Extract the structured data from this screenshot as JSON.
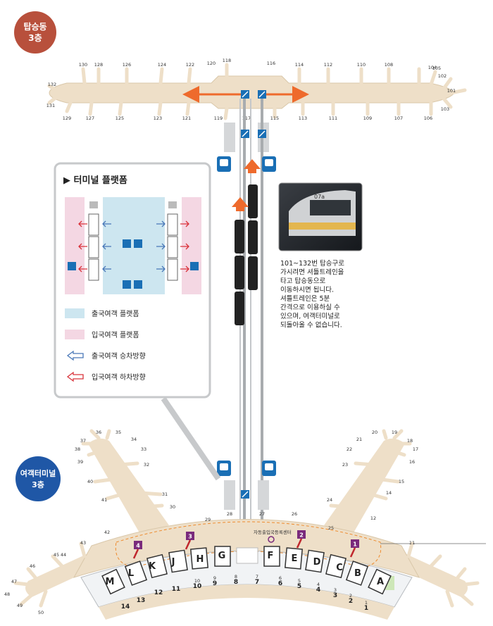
{
  "labels": {
    "concourse_floor": "탑승동\n3층",
    "terminal_floor": "여객터미널\n3층",
    "auto_checkin": "자동출입국등록센터"
  },
  "info_box": {
    "title": "▶ 터미널 플랫폼",
    "legend": [
      {
        "key": "departure_platform",
        "text": "출국여객 플랫폼",
        "color": "#cde6f0"
      },
      {
        "key": "arrival_platform",
        "text": "입국여객 플랫폼",
        "color": "#f4d7e3"
      },
      {
        "key": "departure_boarding",
        "text": "출국여객 승차방향",
        "color": "#4a78b8"
      },
      {
        "key": "arrival_alighting",
        "text": "입국여객 하차방향",
        "color": "#d9333b"
      }
    ]
  },
  "description": [
    "101~132번 탑승구로",
    "가시려면 셔틀트레인을",
    "타고 탑승동으로",
    "이동하시면 됩니다.",
    "셔틀트레인은 5분",
    "간격으로 이용하실 수",
    "있으며, 여객터미널로",
    "되돌아올 수 없습니다."
  ],
  "photo_label": "07a",
  "concourse_gates": [
    "101",
    "102",
    "103",
    "104",
    "105",
    "106",
    "107",
    "108",
    "109",
    "110",
    "111",
    "112",
    "113",
    "114",
    "115",
    "116",
    "117",
    "118",
    "119",
    "120",
    "121",
    "122",
    "123",
    "124",
    "125",
    "126",
    "127",
    "128",
    "129",
    "130",
    "131",
    "132"
  ],
  "terminal_gates": [
    "1",
    "2",
    "3",
    "4",
    "5",
    "6",
    "7",
    "8",
    "9",
    "10",
    "11",
    "12",
    "14",
    "15",
    "16",
    "17",
    "18",
    "19",
    "20",
    "21",
    "22",
    "23",
    "24",
    "25",
    "26",
    "27",
    "28",
    "29",
    "30",
    "31",
    "32",
    "33",
    "34",
    "35",
    "36",
    "37",
    "38",
    "39",
    "40",
    "41",
    "42",
    "43",
    "44",
    "45",
    "46",
    "47",
    "48",
    "49",
    "50"
  ],
  "checkin_counters": [
    "A",
    "B",
    "C",
    "D",
    "E",
    "F",
    "G",
    "H",
    "J",
    "K",
    "L",
    "M"
  ],
  "belt_numbers": [
    "1",
    "2",
    "3",
    "4",
    "5",
    "6",
    "7",
    "8",
    "9",
    "10",
    "11",
    "12",
    "13",
    "14"
  ],
  "departure_badges": [
    "1",
    "2",
    "3",
    "4"
  ],
  "colors": {
    "pier": "#eedfc8",
    "floor_badge": "#b8503c",
    "terminal_badge": "#1f57a6",
    "shuttle_arrow": "#ee6a2c",
    "track": "#a8acaf",
    "station_icon_bg": "#1a6fb5",
    "gate_badge": "#7a2a7c"
  }
}
